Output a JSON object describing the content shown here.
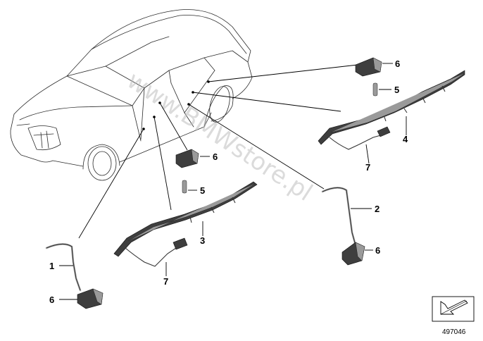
{
  "callouts": {
    "c1": "1",
    "c2": "2",
    "c3": "3",
    "c4": "4",
    "c5a": "5",
    "c5b": "5",
    "c6a": "6",
    "c6b": "6",
    "c6c": "6",
    "c6d": "6",
    "c7a": "7",
    "c7b": "7"
  },
  "watermark": "www.BMWstore.pl",
  "doc_number": "497046",
  "icons": {
    "car": "car-outline-icon",
    "reference": "arrow-reference-icon"
  }
}
